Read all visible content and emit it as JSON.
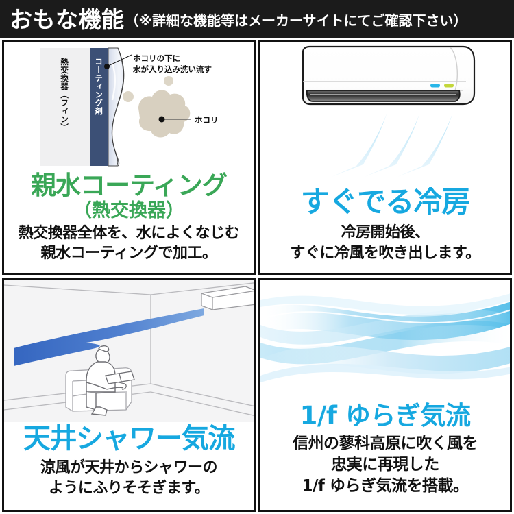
{
  "header": {
    "title": "おもな機能",
    "note": "（※詳細な機能等はメーカーサイトにてご確認下さい）",
    "background_color": "#1b1b1b",
    "text_color": "#ffffff"
  },
  "colors": {
    "green": "#3aa757",
    "cyan": "#16a8e0",
    "airflow_blue": "#4a7ec8",
    "coating_navy": "#3c5076",
    "fin_gray": "#f0f0f1",
    "dust_beige": "#d8d0c0",
    "body_text": "#111111",
    "panel_border": "#111111"
  },
  "panels": [
    {
      "id": "hydrophilic-coating",
      "headline": "親水コーティング",
      "subhead": "（熱交換器）",
      "body_lines": [
        "熱交換器全体を、水によくなじむ",
        "親水コーティングで加工。"
      ],
      "headline_color": "#3aa757",
      "diagram": {
        "type": "cross-section",
        "labels": {
          "fin": "熱交換器（フィン）",
          "coating": "コーティング剤",
          "water_note_line1": "ホコリの下に",
          "water_note_line2": "水が入り込み洗い流す",
          "dust": "ホコリ"
        }
      }
    },
    {
      "id": "fast-cooling",
      "headline": "すぐでる冷房",
      "subhead": "",
      "body_lines": [
        "冷房開始後、",
        "すぐに冷風を吹き出します。"
      ],
      "headline_color": "#16a8e0",
      "diagram": {
        "type": "air-conditioner-with-airflow",
        "indicator_colors": [
          "#29b6e8",
          "#c3d63a"
        ],
        "airflow_streaks": 3
      }
    },
    {
      "id": "ceiling-shower-airflow",
      "headline": "天井シャワー気流",
      "subhead": "",
      "body_lines": [
        "涼風が天井からシャワーの",
        "ようにふりそそぎます。"
      ],
      "headline_color": "#16a8e0",
      "diagram": {
        "type": "room-perspective",
        "elements": [
          "ceiling-mounted-unit",
          "seated-person",
          "sofa",
          "airflow-band"
        ]
      }
    },
    {
      "id": "one-over-f-fluctuation-airflow",
      "headline": "1/f ゆらぎ気流",
      "subhead": "",
      "body_lines": [
        "信州の蓼科高原に吹く風を",
        "忠実に再現した",
        "1/f ゆらぎ気流を搭載。"
      ],
      "headline_color": "#16a8e0",
      "diagram": {
        "type": "abstract-wave-ribbons",
        "ribbon_count": 6
      }
    }
  ]
}
